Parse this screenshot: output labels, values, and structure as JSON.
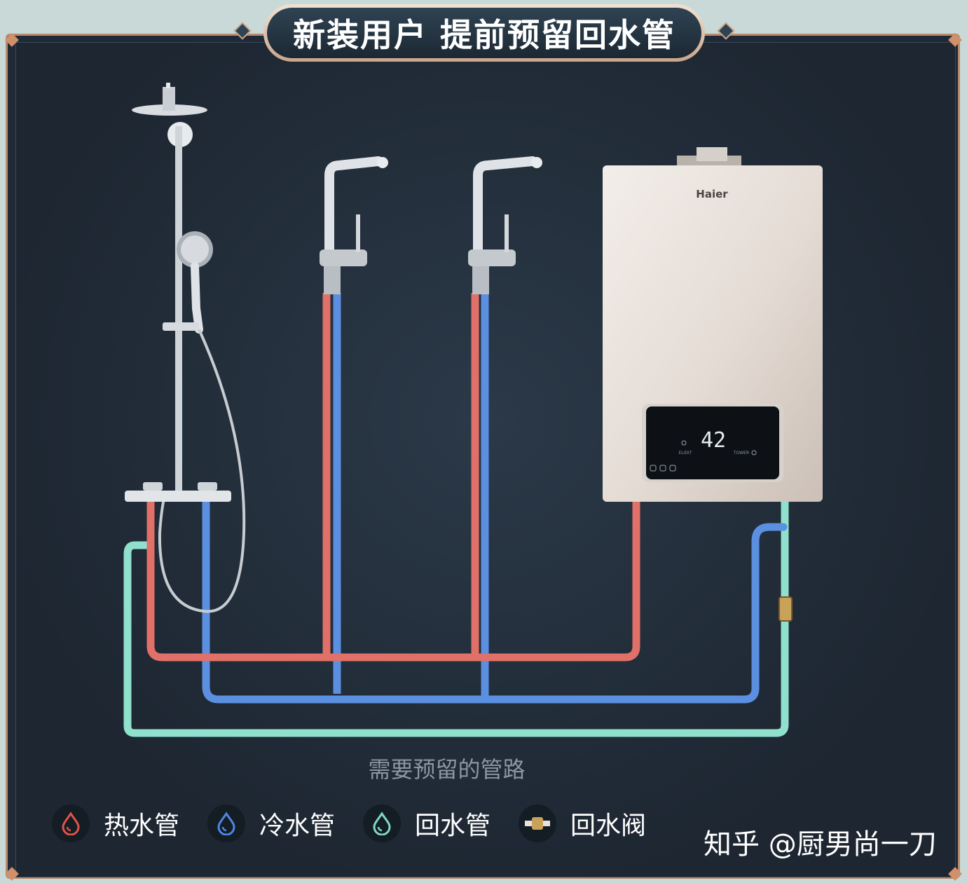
{
  "title": "新装用户 提前预留回水管",
  "subtitle": "需要预留的管路",
  "legend": [
    {
      "label": "热水管",
      "icon": "hot-water-drop-icon",
      "color": "#e0534a"
    },
    {
      "label": "冷水管",
      "icon": "cold-water-drop-icon",
      "color": "#4f86e6"
    },
    {
      "label": "回水管",
      "icon": "return-water-drop-icon",
      "color": "#7fd9c2"
    },
    {
      "label": "回水阀",
      "icon": "return-valve-icon",
      "color": "#c9a25a"
    }
  ],
  "heater": {
    "brand": "Haier",
    "temperature": "42",
    "mode_labels": [
      "ELIDIT",
      "TOWER"
    ]
  },
  "watermark": "知乎 @厨男尚一刀",
  "colors": {
    "hot_pipe": "#e07068",
    "cold_pipe": "#5b8fe0",
    "return_pipe": "#8fe0cc",
    "background": "#222d39"
  }
}
